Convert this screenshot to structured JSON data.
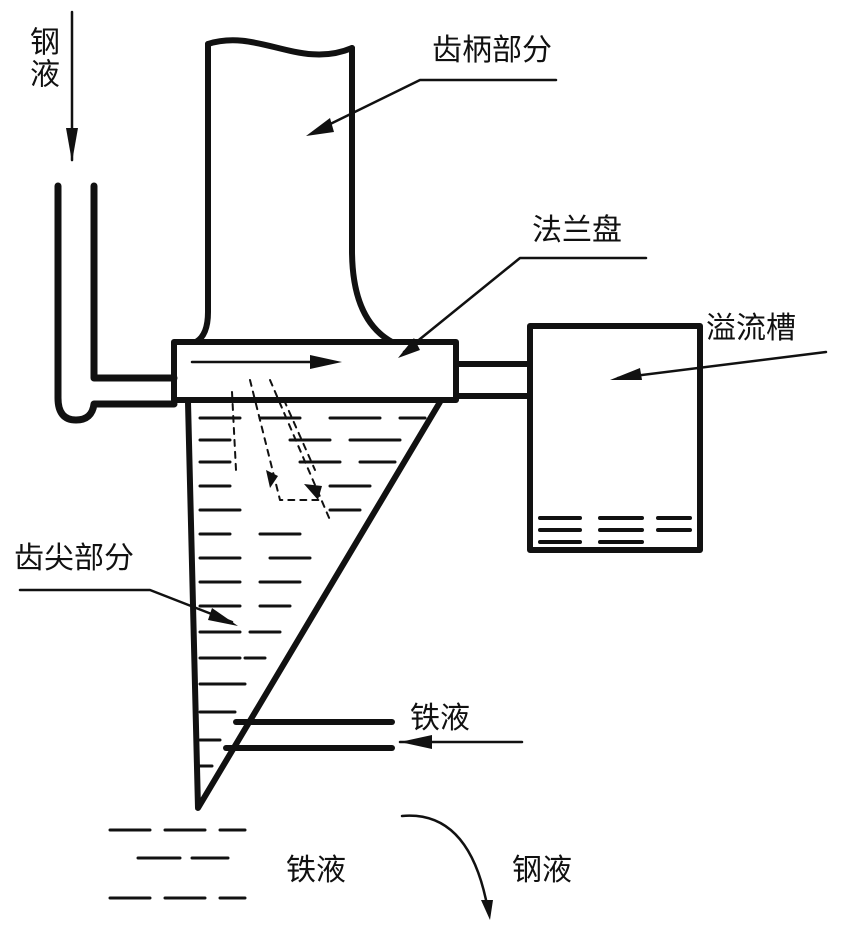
{
  "labels": {
    "steel_liquid_in": "钢液",
    "handle_part": "齿柄部分",
    "flange": "法兰盘",
    "overflow_tank": "溢流槽",
    "tooth_tip_part": "齿尖部分",
    "iron_liquid_side": "铁液",
    "iron_liquid_bottom": "铁液",
    "steel_liquid_out": "钢液"
  },
  "colors": {
    "ink": "#111111",
    "background": "#ffffff"
  }
}
